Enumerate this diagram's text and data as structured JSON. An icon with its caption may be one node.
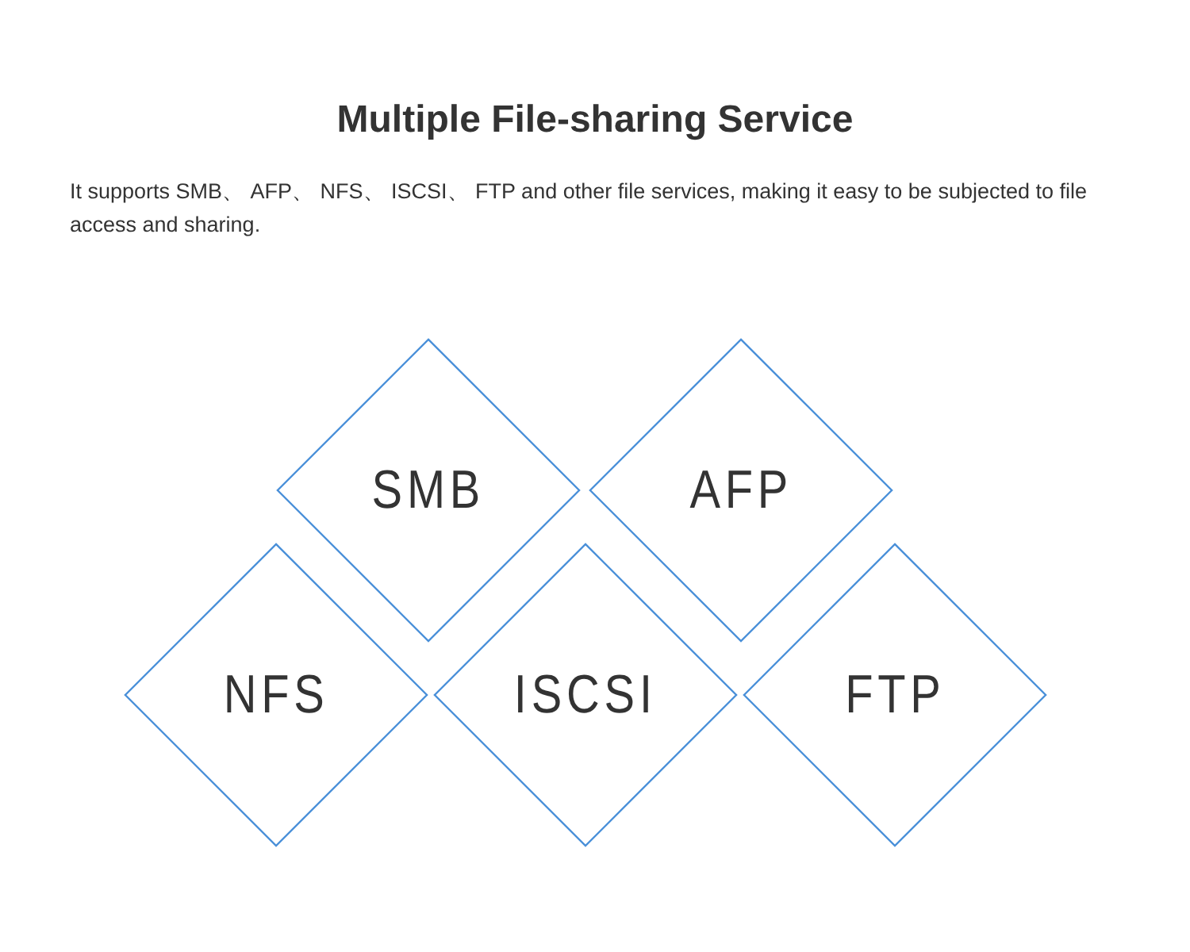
{
  "diagram": {
    "title": "Multiple File-sharing Service",
    "nodes": [
      {
        "text": [
          "SMB"
        ]
      },
      {
        "text": [
          "AFP"
        ]
      },
      {
        "text": [
          "NFS"
        ]
      },
      {
        "text": [
          "ISCSI"
        ]
      },
      {
        "text": [
          "FTP"
        ]
      }
    ],
    "labels": [
      "It supports SMB、 AFP、 NFS、 ISCSI、 FTP and other file services, making it easy to be subjected to file access and sharing."
    ]
  }
}
